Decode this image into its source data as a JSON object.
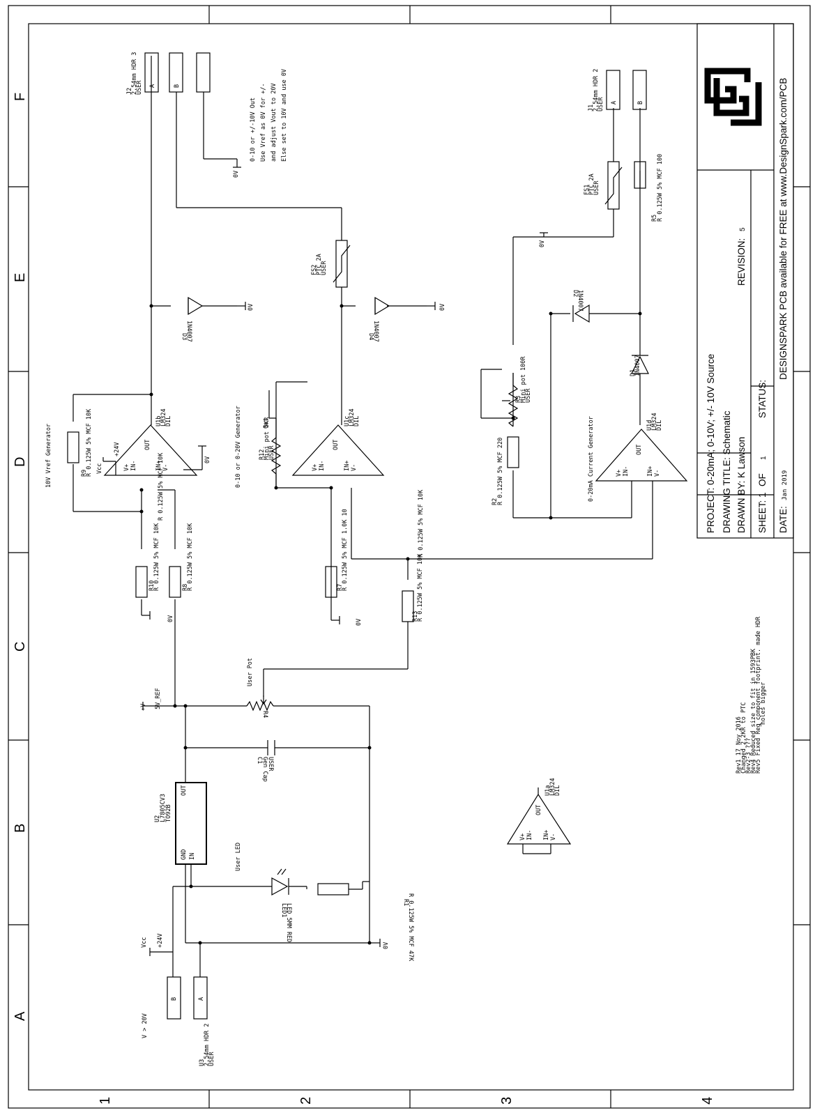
{
  "border": {
    "top_zones": [
      "1",
      "2",
      "3",
      "4"
    ],
    "side_zones": [
      "A",
      "B",
      "C",
      "D",
      "E",
      "F"
    ]
  },
  "title_block": {
    "project": "PROJECT: 0-20mA; 0-10V; +/- 10V Source",
    "drawing_title": "DRAWING TITLE: Schematic",
    "drawn_by": "DRAWN BY: K Lawson",
    "revision_label": "REVISION:",
    "revision_value": "5",
    "sheet": "SHEET: 1",
    "of": "OF",
    "sheet_total": "1",
    "status": "STATUS:",
    "date": "DATE:",
    "date_value": "Jan 2019",
    "banner": "DESIGNSPARK PCB available for FREE at www.DesignSpark.com/PCB"
  },
  "notes": {
    "output_notes": [
      "0-10 or +/-10V Out",
      "Use Vref as 0V for +/-",
      "and adjust Vout to 20V",
      "Else set to 10V and use 0V"
    ],
    "revisions": [
      "Rev1 17 Nov 2016",
      "Changed 2.2KR to PTC",
      "Rev2-3 ???",
      "Rev4 Reduced size to fit in 1593PBK",
      "Rev5 Fixed Reg component footprint. made HDR",
      "holes bigger"
    ]
  },
  "sections": {
    "vref": "10V Vref Generator",
    "volt": "0-10 or 0-20V Generator",
    "current": "0-20mA Current Generator",
    "led": "User LED",
    "userpot": "User Pot",
    "vin": "V > 20V"
  },
  "nets": {
    "gnd": "0V",
    "vcc": "Vcc",
    "v24": "+24V",
    "vplus": "+V",
    "vref": "5V_REF"
  },
  "components": {
    "j2": [
      "J2",
      "2.54mm HDR 3",
      "USER"
    ],
    "j1": [
      "J1",
      "2.54mm HDR 2",
      "USER"
    ],
    "u3": [
      "U3",
      "2.54mm HDR 2",
      "USER"
    ],
    "fs1": [
      "FS1",
      "PTC 2A",
      "USER"
    ],
    "fs2": [
      "FS2",
      "PTC 2A",
      "USER"
    ],
    "r5": [
      "R5",
      "R 0.125W 5% MCF 100"
    ],
    "r2": [
      "R2",
      "R 0.125W 5% MCF 220"
    ],
    "r3": [
      "R3",
      "Mini pot 100R",
      "USER"
    ],
    "r12": [
      "R12",
      "Mini pot 5KR",
      "USER"
    ],
    "r9": [
      "R9",
      "R 0.125W 5% MCF 10K"
    ],
    "r10": [
      "R10",
      "R 0.125W 5% MCF 10K"
    ],
    "r8": [
      "R8",
      "R 0.125W 5% MCF 10K"
    ],
    "r7": [
      "R7",
      "R 0.125W 5% MCF 1.0K 10"
    ],
    "r13": [
      "R13",
      "R 0.125W 5% MCF 10K"
    ],
    "r1": [
      "R1",
      "R 0.125W 5% MCF 47K"
    ],
    "r4": [
      "R4"
    ],
    "c1": [
      "C1",
      "Gen Cap",
      "USER"
    ],
    "u2": [
      "U2",
      "L7805CV3",
      "TO92B"
    ],
    "u2_pins": [
      "OUT",
      "GND",
      "IN"
    ],
    "led1": [
      "LED1",
      "LED 5MM RED"
    ],
    "d1": [
      "D1",
      "1N4007"
    ],
    "d2": [
      "D2",
      "1N4007"
    ],
    "d3": [
      "D3",
      "1N4007"
    ],
    "d4": [
      "D4",
      "1N4007"
    ],
    "u1a": [
      "U1a",
      "LM324",
      "DIL"
    ],
    "u1b": [
      "U1b",
      "LM324",
      "DIL"
    ],
    "u1c": [
      "U1c",
      "LM324",
      "DIL"
    ],
    "u1d": [
      "U1d",
      "LM324",
      "DIL"
    ],
    "opamp_pins": [
      "V+",
      "IN-",
      "IN+",
      "V-",
      "OUT"
    ],
    "pot_pin": "Out",
    "hdr_pins": [
      "A",
      "B"
    ]
  }
}
